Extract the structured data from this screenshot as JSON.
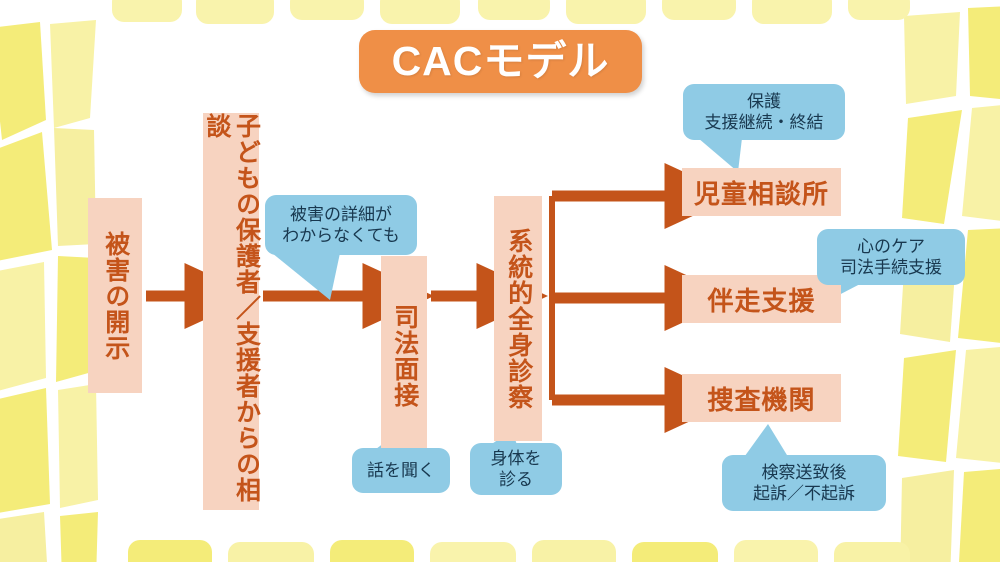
{
  "title": {
    "text": "CACモデル",
    "pill_color": "#ef8f47",
    "text_color": "#ffffff"
  },
  "palette": {
    "box_fill": "#f7d3c0",
    "box_text": "#c4541a",
    "bubble_fill": "#8fcbe5",
    "bubble_text": "#18384f",
    "arrow": "#c4541a",
    "border_yellow": "#f3ea72",
    "border_yellow_light": "#f7f0a4",
    "background": "#ffffff"
  },
  "flow_boxes": [
    {
      "id": "disclosure",
      "label": "被害の開示",
      "orientation": "vertical"
    },
    {
      "id": "consult",
      "label": "子どもの保護者／支援者からの相談",
      "orientation": "vertical"
    },
    {
      "id": "interview",
      "label": "司法面接",
      "orientation": "vertical"
    },
    {
      "id": "exam",
      "label": "系統的全身診察",
      "orientation": "vertical"
    },
    {
      "id": "jidou",
      "label": "児童相談所",
      "orientation": "horizontal"
    },
    {
      "id": "bansou",
      "label": "伴走支援",
      "orientation": "horizontal"
    },
    {
      "id": "sousa",
      "label": "捜査機関",
      "orientation": "horizontal"
    }
  ],
  "bubbles": [
    {
      "id": "detail",
      "lines": [
        "被害の詳細が",
        "わからなくても"
      ],
      "points_to": "interview"
    },
    {
      "id": "hanashi",
      "lines": [
        "話を聞く"
      ],
      "points_to": "interview"
    },
    {
      "id": "shintai",
      "lines": [
        "身体を",
        "診る"
      ],
      "points_to": "exam"
    },
    {
      "id": "hogo",
      "lines": [
        "保護",
        "支援継続・終結"
      ],
      "points_to": "jidou"
    },
    {
      "id": "kokoro",
      "lines": [
        "心のケア",
        "司法手続支援"
      ],
      "points_to": "bansou"
    },
    {
      "id": "kenji",
      "lines": [
        "検察送致後",
        "起訴／不起訴"
      ],
      "points_to": "sousa"
    }
  ],
  "arrows": [
    {
      "from": "disclosure",
      "to": "consult"
    },
    {
      "from": "consult",
      "to": "interview"
    },
    {
      "from": "interview",
      "to": "exam"
    },
    {
      "from": "exam",
      "to": "jidou"
    },
    {
      "from": "exam",
      "to": "bansou"
    },
    {
      "from": "exam",
      "to": "sousa"
    }
  ]
}
